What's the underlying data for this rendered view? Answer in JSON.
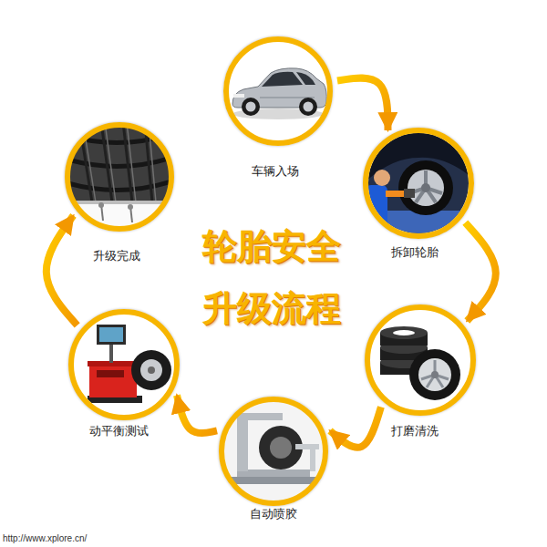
{
  "diagram": {
    "title": "轮胎安全 升级流程",
    "nodes": [
      {
        "text": [
          "车辆入场"
        ]
      },
      {
        "text": [
          "拆卸轮胎"
        ]
      },
      {
        "text": [
          "打磨清洗"
        ]
      },
      {
        "text": [
          "自动喷胶"
        ]
      },
      {
        "text": [
          "动平衡测试"
        ]
      },
      {
        "text": [
          "升级完成"
        ]
      }
    ],
    "edges": [
      {
        "from": 0,
        "to": 1,
        "arrow": "to"
      },
      {
        "from": 1,
        "to": 2,
        "arrow": "to"
      },
      {
        "from": 2,
        "to": 3,
        "arrow": "to"
      },
      {
        "from": 3,
        "to": 4,
        "arrow": "to"
      },
      {
        "from": 4,
        "to": 5,
        "arrow": "to"
      }
    ],
    "labels": [
      "http://www.xplore.cn/"
    ]
  }
}
